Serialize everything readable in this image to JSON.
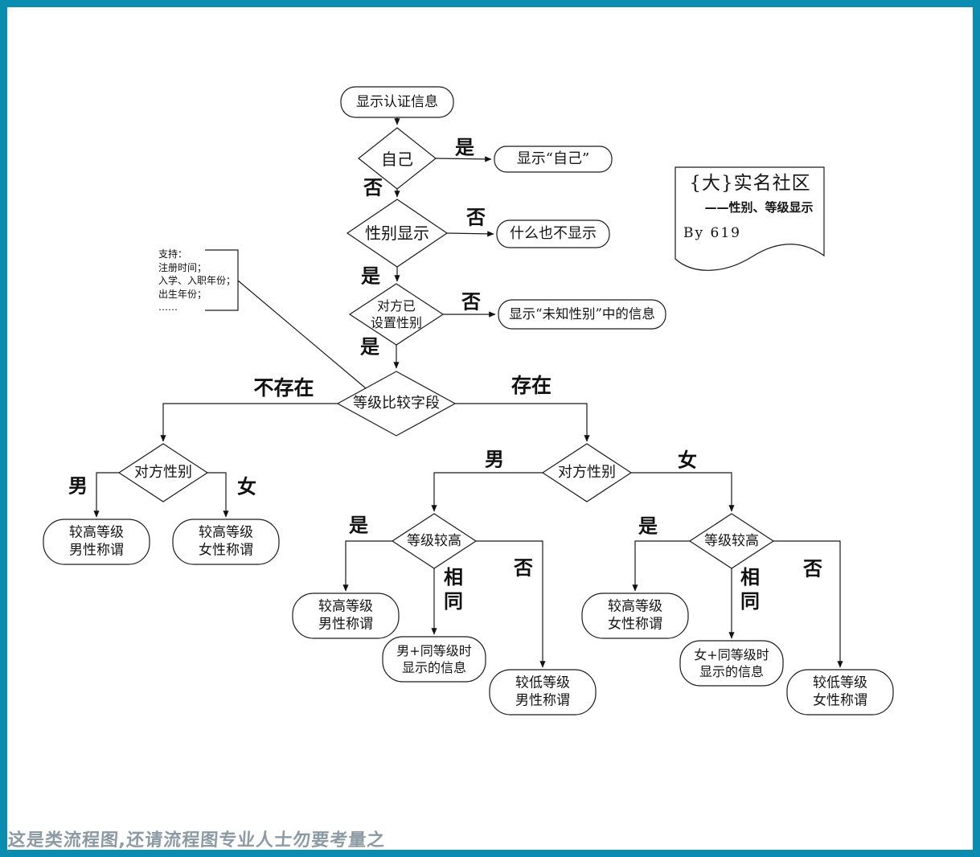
{
  "page": {
    "border_color": "#0a8db0",
    "background_color": "#ffffff",
    "line_color": "#1a1a1a",
    "watermark_color": "#8c9ba3"
  },
  "watermark": {
    "text": "这是类流程图,还请流程图专业人士勿要考量之"
  },
  "doc_note": {
    "title": "{大}实名社区",
    "subtitle": "——性别、等级显示",
    "byline": "By 619"
  },
  "annotation": {
    "text": "支持：\n注册时间；\n入学、入职年份；\n出生年份；\n……"
  },
  "nodes": {
    "start": "显示认证信息",
    "d_self": "自己",
    "show_self": "显示“自己”",
    "d_gender_display": "性别显示",
    "show_nothing": "什么也不显示",
    "d_gender_set": "对方已\n设置性别",
    "show_unknown": "显示“未知性别”中的信息",
    "d_level_field": "等级比较字段",
    "d_gender_left": "对方性别",
    "d_gender_right": "对方性别",
    "d_level_m": "等级较高",
    "d_level_f": "等级较高",
    "l_high_male": "较高等级\n男性称谓",
    "l_high_female": "较高等级\n女性称谓",
    "m_high_male": "较高等级\n男性称谓",
    "m_same_male": "男+同等级时\n显示的信息",
    "m_low_male": "较低等级\n男性称谓",
    "r_high_female": "较高等级\n女性称谓",
    "r_same_female": "女+同等级时\n显示的信息",
    "r_low_female": "较低等级\n女性称谓"
  },
  "edges": [
    {
      "from": "start",
      "to": "d_self",
      "label": ""
    },
    {
      "from": "d_self",
      "to": "show_self",
      "label": "是"
    },
    {
      "from": "d_self",
      "to": "d_gender_display",
      "label": "否"
    },
    {
      "from": "d_gender_display",
      "to": "show_nothing",
      "label": "否"
    },
    {
      "from": "d_gender_display",
      "to": "d_gender_set",
      "label": "是"
    },
    {
      "from": "d_gender_set",
      "to": "show_unknown",
      "label": "否"
    },
    {
      "from": "d_gender_set",
      "to": "d_level_field",
      "label": "是"
    },
    {
      "from": "d_level_field",
      "to": "d_gender_left",
      "label": "不存在"
    },
    {
      "from": "d_level_field",
      "to": "d_gender_right",
      "label": "存在"
    },
    {
      "from": "d_gender_left",
      "to": "l_high_male",
      "label": "男"
    },
    {
      "from": "d_gender_left",
      "to": "l_high_female",
      "label": "女"
    },
    {
      "from": "d_gender_right",
      "to": "d_level_m",
      "label": "男"
    },
    {
      "from": "d_gender_right",
      "to": "d_level_f",
      "label": "女"
    },
    {
      "from": "d_level_m",
      "to": "m_high_male",
      "label": "是"
    },
    {
      "from": "d_level_m",
      "to": "m_same_male",
      "label": "相同"
    },
    {
      "from": "d_level_m",
      "to": "m_low_male",
      "label": "否"
    },
    {
      "from": "d_level_f",
      "to": "r_high_female",
      "label": "是"
    },
    {
      "from": "d_level_f",
      "to": "r_same_female",
      "label": "相同"
    },
    {
      "from": "d_level_f",
      "to": "r_low_female",
      "label": "否"
    }
  ]
}
